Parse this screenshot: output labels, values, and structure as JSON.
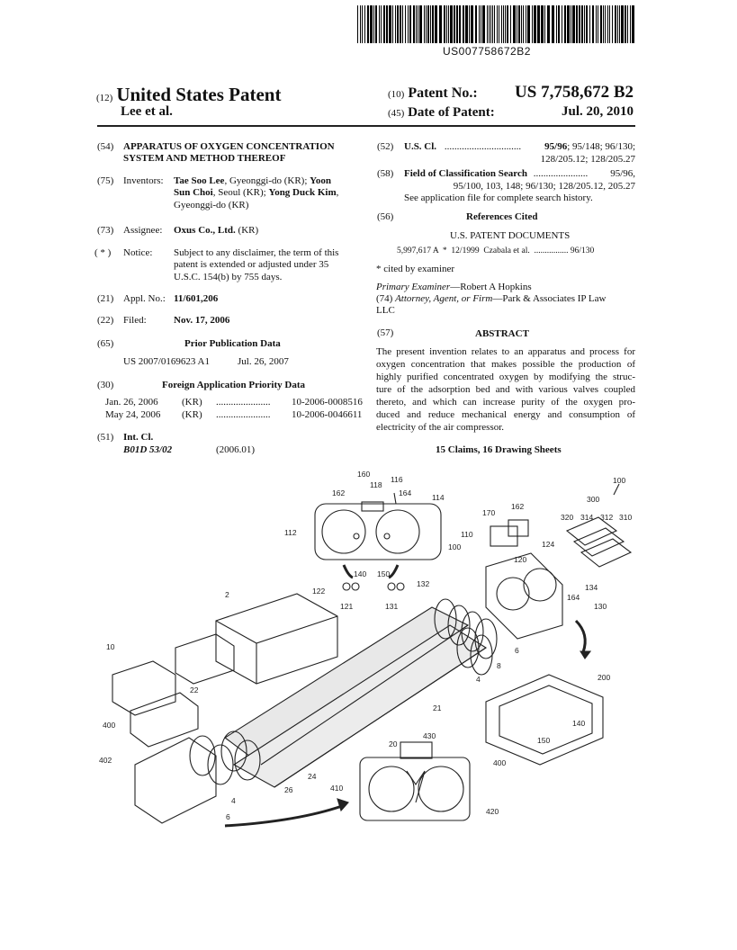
{
  "header": {
    "pub_number": "US007758672B2",
    "country_code": "(12)",
    "doc_type": "United States Patent",
    "inventor_short": "Lee et al.",
    "patent_no_code": "(10)",
    "patent_no_label": "Patent No.:",
    "patent_no_value": "US 7,758,672 B2",
    "date_code": "(45)",
    "date_label": "Date of Patent:",
    "date_value": "Jul. 20, 2010"
  },
  "left": {
    "title_code": "(54)",
    "title_lines": [
      "APPARATUS OF OXYGEN CONCENTRATION",
      "SYSTEM AND METHOD THEREOF"
    ],
    "inventors_code": "(75)",
    "inventors_label": "Inventors:",
    "inventors_lines": [
      {
        "b": "Tae Soo Lee",
        "t": ", Gyeonggi-do (KR); ",
        "b2": "Yoon"
      },
      {
        "b": "Sun Choi",
        "t": ", Seoul (KR); ",
        "b2": "Yong Duck Kim",
        "t2": ","
      },
      {
        "t": "Gyeonggi-do (KR)"
      }
    ],
    "assignee_code": "(73)",
    "assignee_label": "Assignee:",
    "assignee_name": "Oxus Co., Ltd.",
    "assignee_country": " (KR)",
    "notice_code": "( * )",
    "notice_label": "Notice:",
    "notice_lines": [
      "Subject to any disclaimer, the term of this",
      "patent is extended or adjusted under 35",
      "U.S.C. 154(b) by 755 days."
    ],
    "appl_code": "(21)",
    "appl_label": "Appl. No.:",
    "appl_value": "11/601,206",
    "filed_code": "(22)",
    "filed_label": "Filed:",
    "filed_value": "Nov. 17, 2006",
    "prior_code": "(65)",
    "prior_heading": "Prior Publication Data",
    "prior_pub": "US 2007/0169623 A1",
    "prior_date": "Jul. 26, 2007",
    "foreign_code": "(30)",
    "foreign_heading": "Foreign Application Priority Data",
    "foreign_rows": [
      {
        "date": "Jan. 26, 2006",
        "country": "(KR)",
        "dots": "......................",
        "number": "10-2006-0008516"
      },
      {
        "date": "May 24, 2006",
        "country": "(KR)",
        "dots": "......................",
        "number": "10-2006-0046611"
      }
    ],
    "intcl_code": "(51)",
    "intcl_label": "Int. Cl.",
    "intcl_class": "B01D 53/02",
    "intcl_year": "(2006.01)"
  },
  "right": {
    "uscl_code": "(52)",
    "uscl_label": "U.S. Cl.",
    "uscl_dots": "...............................",
    "uscl_main": "95/96",
    "uscl_rest": "; 95/148; 96/130;",
    "uscl_line2": "128/205.12; 128/205.27",
    "field_code": "(58)",
    "field_label": "Field of Classification Search",
    "field_dots": "......................",
    "field_line1_end": "95/96,",
    "field_line2": "95/100, 103, 148; 96/130; 128/205.12, 205.27",
    "field_line3": "See application file for complete search history.",
    "refs_code": "(56)",
    "refs_heading": "References Cited",
    "us_docs_heading": "U.S. PATENT DOCUMENTS",
    "ref_row": "5,997,617 A  *  12/1999  Czabala et al.  ................ 96/130",
    "cited_note": "* cited by examiner",
    "examiner_label": "Primary Examiner",
    "examiner_name": "—Robert A Hopkins",
    "agent_code": "(74)",
    "agent_label": "Attorney, Agent, or Firm",
    "agent_name_line1": "—Park & Associates IP Law",
    "agent_name_line2": "LLC",
    "abstract_code": "(57)",
    "abstract_heading": "ABSTRACT",
    "abstract_lines": [
      "The present invention relates to an apparatus and process for",
      "oxygen concentration that makes possible the production of",
      "highly purified concentrated oxygen by modifying the struc-",
      "ture of the adsorption bed and with various valves coupled",
      "thereto, and which can increase purity of the oxygen pro-",
      "duced and reduce mechanical energy and consumption of",
      "electricity of the air compressor."
    ],
    "claims_line": "15 Claims, 16 Drawing Sheets"
  },
  "drawing": {
    "labels": [
      {
        "id": "l160",
        "t": "160"
      },
      {
        "id": "l118",
        "t": "118"
      },
      {
        "id": "l116",
        "t": "116"
      },
      {
        "id": "l162a",
        "t": "162"
      },
      {
        "id": "l164a",
        "t": "164"
      },
      {
        "id": "l114",
        "t": "114"
      },
      {
        "id": "l112",
        "t": "112"
      },
      {
        "id": "l140a",
        "t": "140"
      },
      {
        "id": "l150a",
        "t": "150"
      },
      {
        "id": "l122",
        "t": "122"
      },
      {
        "id": "l121",
        "t": "121"
      },
      {
        "id": "l131",
        "t": "131"
      },
      {
        "id": "l132",
        "t": "132"
      },
      {
        "id": "l2",
        "t": "2"
      },
      {
        "id": "l170",
        "t": "170"
      },
      {
        "id": "l162b",
        "t": "162"
      },
      {
        "id": "l110",
        "t": "110"
      },
      {
        "id": "l100a",
        "t": "100"
      },
      {
        "id": "l124",
        "t": "124"
      },
      {
        "id": "l120",
        "t": "120"
      },
      {
        "id": "l300",
        "t": "300"
      },
      {
        "id": "l100",
        "t": "100"
      },
      {
        "id": "l320",
        "t": "320"
      },
      {
        "id": "l314",
        "t": "314"
      },
      {
        "id": "l312",
        "t": "312"
      },
      {
        "id": "l310",
        "t": "310"
      },
      {
        "id": "l134",
        "t": "134"
      },
      {
        "id": "l164b",
        "t": "164"
      },
      {
        "id": "l130",
        "t": "130"
      },
      {
        "id": "l6a",
        "t": "6"
      },
      {
        "id": "l8",
        "t": "8"
      },
      {
        "id": "l4a",
        "t": "4"
      },
      {
        "id": "l10",
        "t": "10"
      },
      {
        "id": "l22",
        "t": "22"
      },
      {
        "id": "l21",
        "t": "21"
      },
      {
        "id": "l200",
        "t": "200"
      },
      {
        "id": "l140b",
        "t": "140"
      },
      {
        "id": "l150b",
        "t": "150"
      },
      {
        "id": "l400a",
        "t": "400"
      },
      {
        "id": "l402",
        "t": "402"
      },
      {
        "id": "l20",
        "t": "20"
      },
      {
        "id": "l24",
        "t": "24"
      },
      {
        "id": "l26",
        "t": "26"
      },
      {
        "id": "l4b",
        "t": "4"
      },
      {
        "id": "l430",
        "t": "430"
      },
      {
        "id": "l400b",
        "t": "400"
      },
      {
        "id": "l410",
        "t": "410"
      },
      {
        "id": "l420",
        "t": "420"
      },
      {
        "id": "l6b",
        "t": "6"
      }
    ]
  }
}
